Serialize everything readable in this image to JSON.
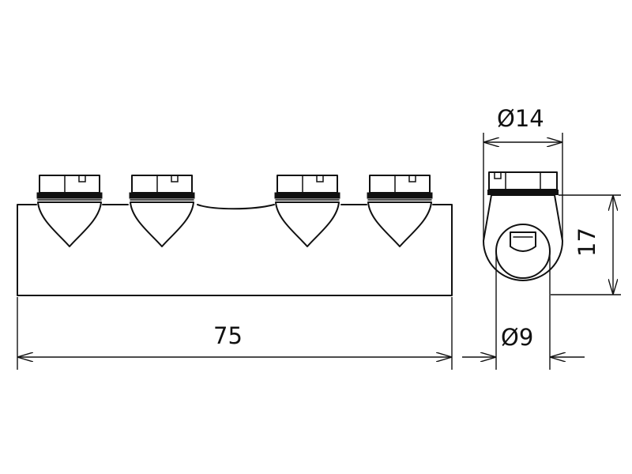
{
  "dimensions": {
    "length": "75",
    "outer_diameter": "Ø14",
    "height": "17",
    "inner_diameter": "Ø9"
  },
  "colors": {
    "line": "#111111",
    "background": "#ffffff"
  }
}
